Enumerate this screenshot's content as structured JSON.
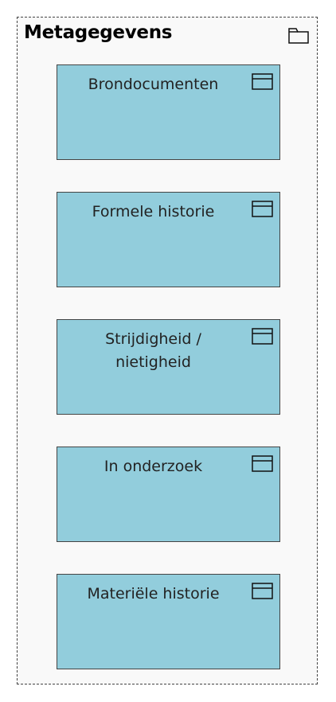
{
  "group": {
    "title": "Metagegevens",
    "icon": "folder-icon",
    "border_color": "#444444",
    "background": "#f9f9f9"
  },
  "elements": [
    {
      "label": "Brondocumenten",
      "icon": "window-icon"
    },
    {
      "label": "Formele historie",
      "icon": "window-icon"
    },
    {
      "label": "Strijdigheid /\nnietigheid",
      "icon": "window-icon"
    },
    {
      "label": "In onderzoek",
      "icon": "window-icon"
    },
    {
      "label": "Materiële historie",
      "icon": "window-icon"
    }
  ],
  "colors": {
    "element_fill": "#92cddc",
    "element_border": "#444444"
  }
}
